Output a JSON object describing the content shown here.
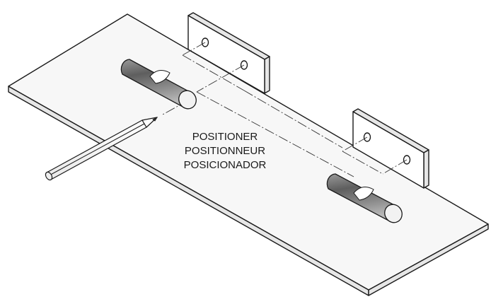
{
  "labels": {
    "en": "POSITIONER",
    "fr": "POSITIONNEUR",
    "es": "POSICIONADOR"
  },
  "colors": {
    "line": "#1a1a1a",
    "board": "#f7f7f7",
    "pin_dark": "#6e6e6e",
    "pin_light": "#d9d9d9"
  }
}
